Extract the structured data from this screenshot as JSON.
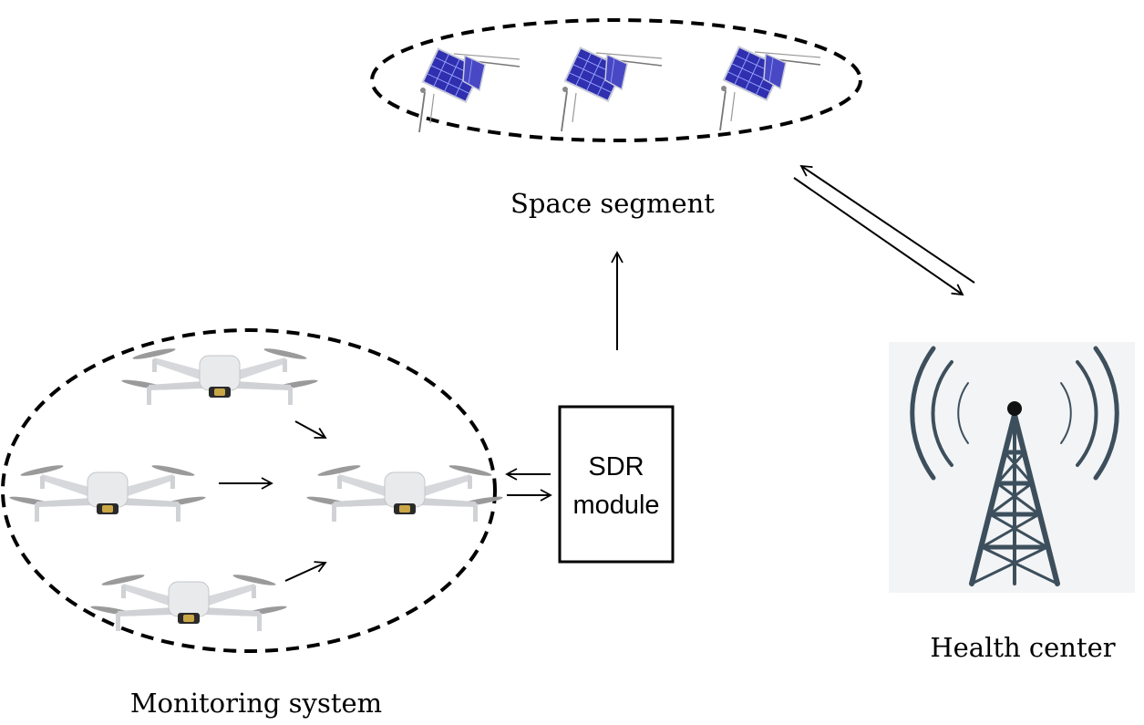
{
  "labels": {
    "space_segment": "Space segment",
    "monitoring_system": "Monitoring system",
    "health_center": "Health center",
    "sdr_line1": "SDR",
    "sdr_line2": "module"
  },
  "colors": {
    "solar_panel": "#2f2fb0",
    "panel_grid": "#9aa8ff",
    "tower": "#3d4f5c",
    "drone_body": "#e9eaec",
    "drone_camera": "#2a2a2a"
  },
  "icons": {
    "satellite": "satellite-icon",
    "drone": "drone-icon",
    "tower": "radio-tower-icon"
  }
}
